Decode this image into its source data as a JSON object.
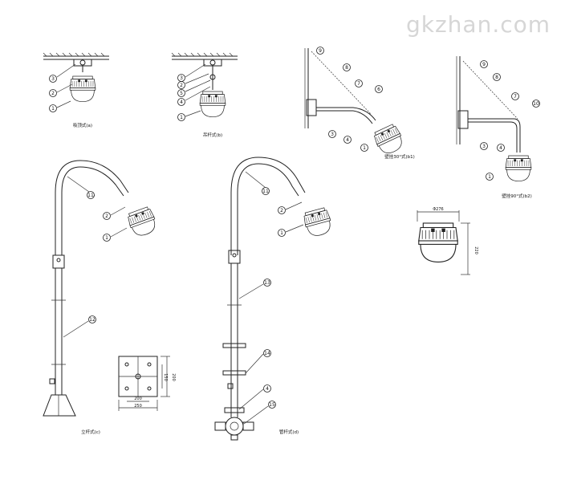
{
  "watermark": "gkzhan.com",
  "captions": {
    "ceiling_a": "吸顶式(a)",
    "ceiling_b": "吊杆式(b)",
    "wall_b1": "壁挂30°式(b1)",
    "wall_b2": "壁挂90°式(b2)",
    "pole_floor": "立杆式(c)",
    "pole_wall": "管杆式(d)"
  },
  "callouts": {
    "c1": "1",
    "c2": "2",
    "c3": "3",
    "c4": "4",
    "c5": "5",
    "c6": "6",
    "c7": "7",
    "c8": "8",
    "c9": "9",
    "c10": "10",
    "c11": "11",
    "c12": "12",
    "c13": "13",
    "c14": "14",
    "c15": "15"
  },
  "dimensions": {
    "lamp_width": "Φ276",
    "lamp_height": "220",
    "base_a": "200",
    "base_b": "250",
    "base_c": "150",
    "base_d": "200"
  }
}
